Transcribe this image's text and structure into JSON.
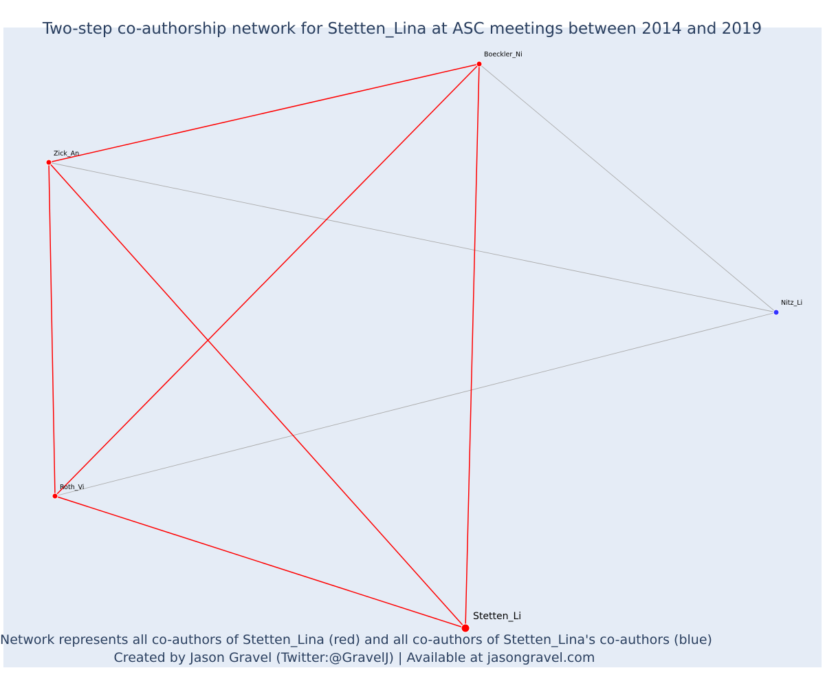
{
  "title": "Two-step co-authorship network for Stetten_Lina at ASC meetings between 2014 and 2019",
  "caption": {
    "line1": "Network represents all co-authors of Stetten_Lina (red) and all co-authors of Stetten_Lina's co-authors (blue)",
    "line2": "Created by Jason Gravel (Twitter:@GravelJ) | Available at jasongravel.com"
  },
  "colors": {
    "plot_background": "#e5ecf6",
    "first_degree": "#ff0000",
    "second_degree": "#3333ff",
    "second_degree_edge": "#aaaaaa",
    "text": "#2a3f5f"
  },
  "network": {
    "nodes": [
      {
        "id": "Stetten_Li",
        "label": "Stetten_Li",
        "group": "ego"
      },
      {
        "id": "Boeckler_Ni",
        "label": "Boeckler_Ni",
        "group": "first"
      },
      {
        "id": "Zick_An",
        "label": "Zick_An",
        "group": "first"
      },
      {
        "id": "Roth_Vi",
        "label": "Roth_Vi",
        "group": "first"
      },
      {
        "id": "Nitz_Li",
        "label": "Nitz_Li",
        "group": "second"
      }
    ],
    "edges": [
      {
        "source": "Stetten_Li",
        "target": "Boeckler_Ni",
        "group": "first"
      },
      {
        "source": "Stetten_Li",
        "target": "Zick_An",
        "group": "first"
      },
      {
        "source": "Stetten_Li",
        "target": "Roth_Vi",
        "group": "first"
      },
      {
        "source": "Boeckler_Ni",
        "target": "Zick_An",
        "group": "first"
      },
      {
        "source": "Boeckler_Ni",
        "target": "Roth_Vi",
        "group": "first"
      },
      {
        "source": "Zick_An",
        "target": "Roth_Vi",
        "group": "first"
      },
      {
        "source": "Boeckler_Ni",
        "target": "Nitz_Li",
        "group": "second"
      },
      {
        "source": "Zick_An",
        "target": "Nitz_Li",
        "group": "second"
      },
      {
        "source": "Roth_Vi",
        "target": "Nitz_Li",
        "group": "second"
      }
    ]
  }
}
